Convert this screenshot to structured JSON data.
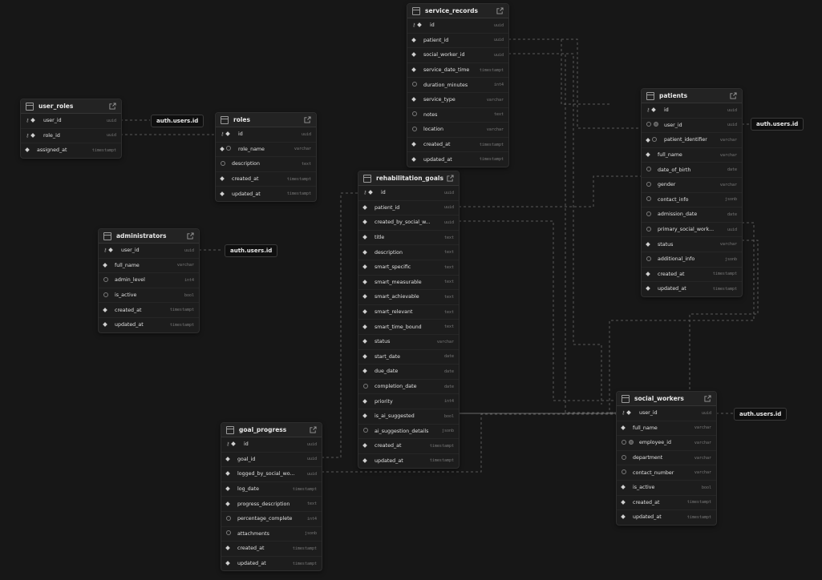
{
  "auth_label": "auth.users.id",
  "tables": {
    "user_roles": {
      "name": "user_roles",
      "columns": [
        {
          "name": "user_id",
          "type": "uuid",
          "icon": "key-diamond"
        },
        {
          "name": "role_id",
          "type": "uuid",
          "icon": "key-diamond"
        },
        {
          "name": "assigned_at",
          "type": "timestampt",
          "icon": "diamond"
        }
      ]
    },
    "roles": {
      "name": "roles",
      "columns": [
        {
          "name": "id",
          "type": "uuid",
          "icon": "key-diamond"
        },
        {
          "name": "role_name",
          "type": "varchar",
          "icon": "diamond-unique"
        },
        {
          "name": "description",
          "type": "text",
          "icon": "circle"
        },
        {
          "name": "created_at",
          "type": "timestampt",
          "icon": "diamond"
        },
        {
          "name": "updated_at",
          "type": "timestampt",
          "icon": "diamond"
        }
      ]
    },
    "administrators": {
      "name": "administrators",
      "columns": [
        {
          "name": "user_id",
          "type": "uuid",
          "icon": "key-diamond"
        },
        {
          "name": "full_name",
          "type": "varchar",
          "icon": "diamond"
        },
        {
          "name": "admin_level",
          "type": "int4",
          "icon": "circle"
        },
        {
          "name": "is_active",
          "type": "bool",
          "icon": "circle"
        },
        {
          "name": "created_at",
          "type": "timestampt",
          "icon": "diamond"
        },
        {
          "name": "updated_at",
          "type": "timestampt",
          "icon": "diamond"
        }
      ]
    },
    "service_records": {
      "name": "service_records",
      "columns": [
        {
          "name": "id",
          "type": "uuid",
          "icon": "key-diamond"
        },
        {
          "name": "patient_id",
          "type": "uuid",
          "icon": "diamond"
        },
        {
          "name": "social_worker_id",
          "type": "uuid",
          "icon": "diamond"
        },
        {
          "name": "service_date_time",
          "type": "timestampt",
          "icon": "diamond"
        },
        {
          "name": "duration_minutes",
          "type": "int4",
          "icon": "circle"
        },
        {
          "name": "service_type",
          "type": "varchar",
          "icon": "diamond"
        },
        {
          "name": "notes",
          "type": "text",
          "icon": "circle"
        },
        {
          "name": "location",
          "type": "varchar",
          "icon": "circle"
        },
        {
          "name": "created_at",
          "type": "timestampt",
          "icon": "diamond"
        },
        {
          "name": "updated_at",
          "type": "timestampt",
          "icon": "diamond"
        }
      ]
    },
    "rehabilitation_goals": {
      "name": "rehabilitation_goals",
      "columns": [
        {
          "name": "id",
          "type": "uuid",
          "icon": "key-diamond"
        },
        {
          "name": "patient_id",
          "type": "uuid",
          "icon": "diamond"
        },
        {
          "name": "created_by_social_w...",
          "type": "uuid",
          "icon": "diamond"
        },
        {
          "name": "title",
          "type": "text",
          "icon": "diamond"
        },
        {
          "name": "description",
          "type": "text",
          "icon": "diamond"
        },
        {
          "name": "smart_specific",
          "type": "text",
          "icon": "diamond"
        },
        {
          "name": "smart_measurable",
          "type": "text",
          "icon": "diamond"
        },
        {
          "name": "smart_achievable",
          "type": "text",
          "icon": "diamond"
        },
        {
          "name": "smart_relevant",
          "type": "text",
          "icon": "diamond"
        },
        {
          "name": "smart_time_bound",
          "type": "text",
          "icon": "diamond"
        },
        {
          "name": "status",
          "type": "varchar",
          "icon": "diamond"
        },
        {
          "name": "start_date",
          "type": "date",
          "icon": "diamond"
        },
        {
          "name": "due_date",
          "type": "date",
          "icon": "diamond"
        },
        {
          "name": "completion_date",
          "type": "date",
          "icon": "circle"
        },
        {
          "name": "priority",
          "type": "int4",
          "icon": "diamond"
        },
        {
          "name": "is_ai_suggested",
          "type": "bool",
          "icon": "diamond"
        },
        {
          "name": "ai_suggestion_details",
          "type": "jsonb",
          "icon": "circle"
        },
        {
          "name": "created_at",
          "type": "timestampt",
          "icon": "diamond"
        },
        {
          "name": "updated_at",
          "type": "timestampt",
          "icon": "diamond"
        }
      ]
    },
    "patients": {
      "name": "patients",
      "columns": [
        {
          "name": "id",
          "type": "uuid",
          "icon": "key-diamond"
        },
        {
          "name": "user_id",
          "type": "uuid",
          "icon": "circle-unique"
        },
        {
          "name": "patient_identifier",
          "type": "varchar",
          "icon": "diamond-unique"
        },
        {
          "name": "full_name",
          "type": "varchar",
          "icon": "diamond"
        },
        {
          "name": "date_of_birth",
          "type": "date",
          "icon": "circle"
        },
        {
          "name": "gender",
          "type": "varchar",
          "icon": "circle"
        },
        {
          "name": "contact_info",
          "type": "jsonb",
          "icon": "circle"
        },
        {
          "name": "admission_date",
          "type": "date",
          "icon": "circle"
        },
        {
          "name": "primary_social_work...",
          "type": "uuid",
          "icon": "circle"
        },
        {
          "name": "status",
          "type": "varchar",
          "icon": "diamond"
        },
        {
          "name": "additional_info",
          "type": "jsonb",
          "icon": "circle"
        },
        {
          "name": "created_at",
          "type": "timestampt",
          "icon": "diamond"
        },
        {
          "name": "updated_at",
          "type": "timestampt",
          "icon": "diamond"
        }
      ]
    },
    "goal_progress": {
      "name": "goal_progress",
      "columns": [
        {
          "name": "id",
          "type": "uuid",
          "icon": "key-diamond"
        },
        {
          "name": "goal_id",
          "type": "uuid",
          "icon": "diamond"
        },
        {
          "name": "logged_by_social_wo...",
          "type": "uuid",
          "icon": "diamond"
        },
        {
          "name": "log_date",
          "type": "timestampt",
          "icon": "diamond"
        },
        {
          "name": "progress_description",
          "type": "text",
          "icon": "diamond"
        },
        {
          "name": "percentage_complete",
          "type": "int4",
          "icon": "circle"
        },
        {
          "name": "attachments",
          "type": "jsonb",
          "icon": "circle"
        },
        {
          "name": "created_at",
          "type": "timestampt",
          "icon": "diamond"
        },
        {
          "name": "updated_at",
          "type": "timestampt",
          "icon": "diamond"
        }
      ]
    },
    "social_workers": {
      "name": "social_workers",
      "columns": [
        {
          "name": "user_id",
          "type": "uuid",
          "icon": "key-diamond"
        },
        {
          "name": "full_name",
          "type": "varchar",
          "icon": "diamond"
        },
        {
          "name": "employee_id",
          "type": "varchar",
          "icon": "circle-unique"
        },
        {
          "name": "department",
          "type": "varchar",
          "icon": "circle"
        },
        {
          "name": "contact_number",
          "type": "varchar",
          "icon": "circle"
        },
        {
          "name": "is_active",
          "type": "bool",
          "icon": "diamond"
        },
        {
          "name": "created_at",
          "type": "timestampt",
          "icon": "diamond"
        },
        {
          "name": "updated_at",
          "type": "timestampt",
          "icon": "diamond"
        }
      ]
    }
  }
}
